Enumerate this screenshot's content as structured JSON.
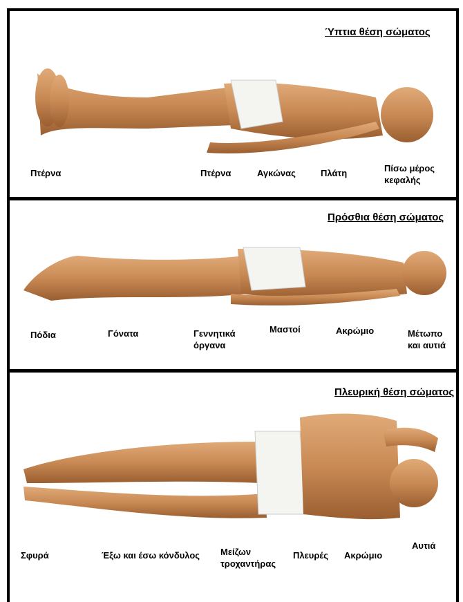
{
  "panels": [
    {
      "title": "Ύπτια θέση σώματος",
      "labels": [
        "Πτέρνα",
        "Πτέρνα",
        "Αγκώνας",
        "Πλάτη",
        "Πίσω μέρος\nκεφαλής"
      ]
    },
    {
      "title": "Πρόσθια θέση σώματος",
      "labels": [
        "Πόδια",
        "Γόνατα",
        "Γεννητικά\nόργανα",
        "Μαστοί",
        "Ακρώμιο",
        "Μέτωπο\nκαι αυτιά"
      ]
    },
    {
      "title": "Πλευρική θέση σώματος",
      "labels": [
        "Σφυρά",
        "Έξω και έσω κόνδυλος",
        "Μείζων\nτροχαντήρας",
        "Πλευρές",
        "Ακρώμιο",
        "Αυτιά"
      ]
    }
  ],
  "colors": {
    "skin": "#c98a55",
    "skin_dark": "#9a5e30",
    "skin_light": "#e0aa78",
    "cloth": "#f4f4f0",
    "border": "#000000"
  }
}
